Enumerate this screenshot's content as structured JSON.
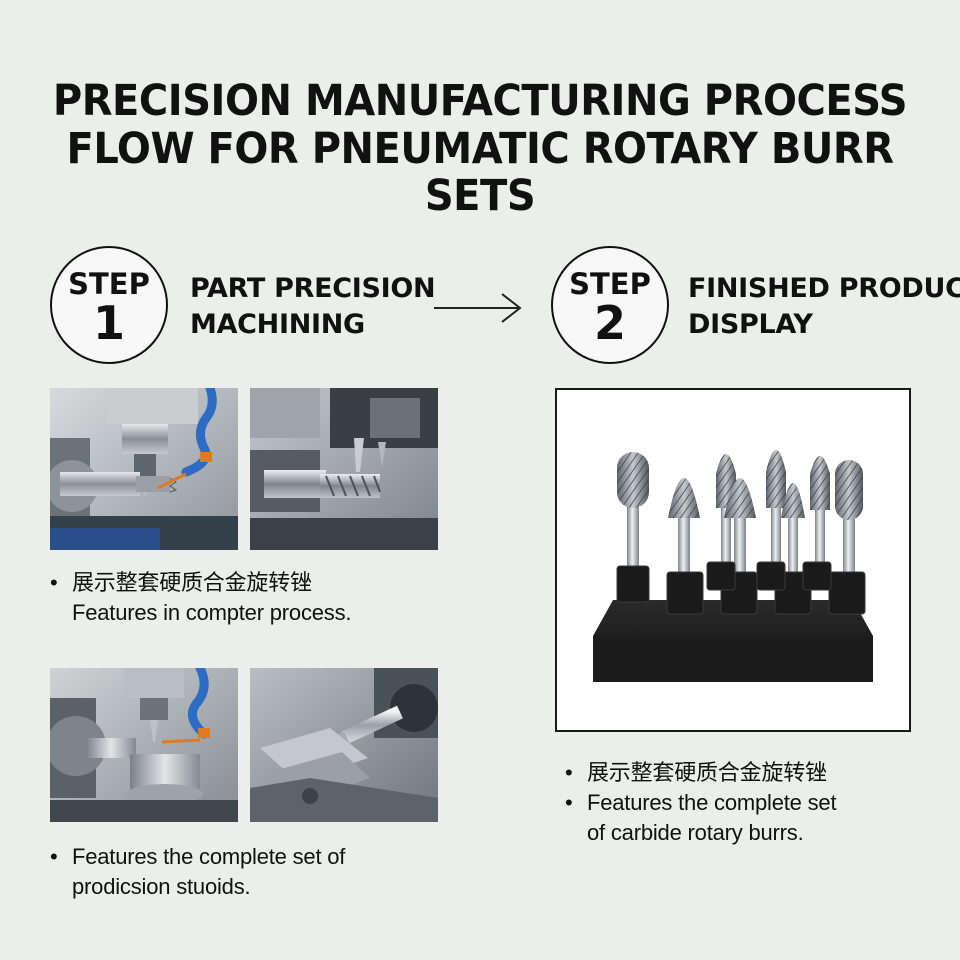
{
  "title": {
    "line1": "PRECISION MANUFACTURING PROCESS",
    "line2": "FLOW FOR PNEUMATIC ROTARY BURR SETS"
  },
  "steps": [
    {
      "word": "STEP",
      "number": "1",
      "label_line1": "PART PRECISION",
      "label_line2": "MACHINING"
    },
    {
      "word": "STEP",
      "number": "2",
      "label_line1": "FINISHED PRODUCT",
      "label_line2": "DISPLAY"
    }
  ],
  "bullets": {
    "step1_top": {
      "line1": "展示整套硬质合金旋转锉",
      "line2": "Features in compter process."
    },
    "step1_bottom": {
      "line1": "Features the complete set of",
      "line2": "prodicsion stuoids."
    },
    "step2": {
      "line1": "展示整套硬质合金旋转锉",
      "line2": "Features the complete set",
      "line3": "of carbide rotary burrs."
    }
  },
  "bullet_symbol": "•",
  "colors": {
    "background": "#eceeec",
    "text": "#111111",
    "coolant_blue": "#2d6cc4",
    "coolant_orange": "#e07a1e",
    "steel": "#9aa0a6",
    "holder_black": "#1c1c1c"
  },
  "icons": {
    "arrow": "right-arrow-icon"
  }
}
